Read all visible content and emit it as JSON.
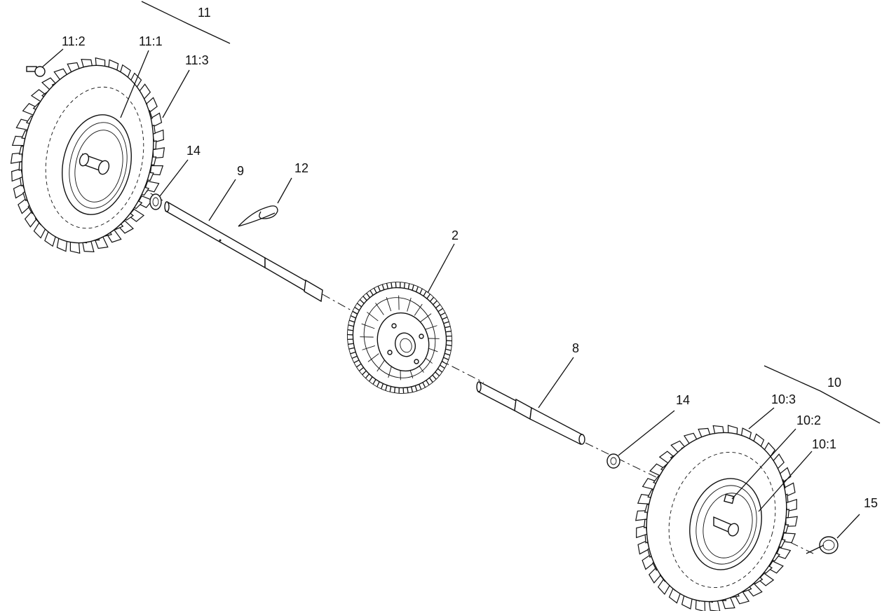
{
  "callouts": {
    "c11": "11",
    "c11_2": "11:2",
    "c11_1": "11:1",
    "c11_3": "11:3",
    "c14_left": "14",
    "c9": "9",
    "c12": "12",
    "c2": "2",
    "c8": "8",
    "c10": "10",
    "c14_right": "14",
    "c10_3": "10:3",
    "c10_2": "10:2",
    "c10_1": "10:1",
    "c15": "15"
  }
}
